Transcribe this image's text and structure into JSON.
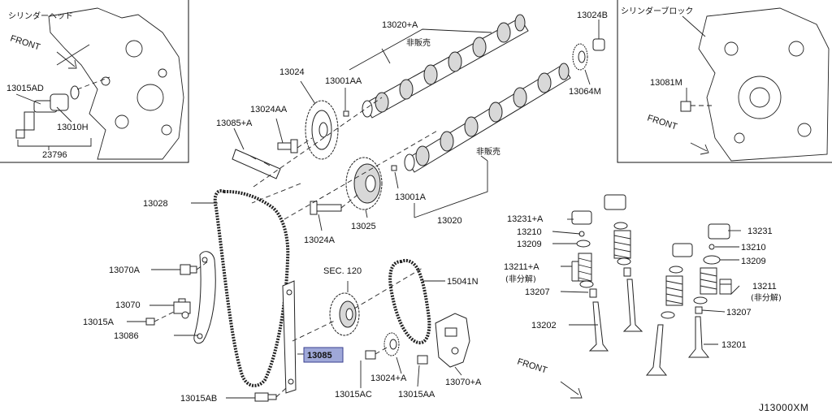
{
  "diagram": {
    "reference_code": "J13000XM",
    "highlighted_part": "13085",
    "highlight_color": "#9fa8d8",
    "labels": {
      "cyl_head_jp": "シリンダーヘッド",
      "front_top_left": "FRONT",
      "p13015AD": "13015AD",
      "p13010H": "13010H",
      "p23796": "23796",
      "p13020A": "13020+A",
      "not_sold_1": "非販売",
      "p13024": "13024",
      "p13001AA": "13001AA",
      "p13024AA": "13024AA",
      "p13085A": "13085+A",
      "p13024B": "13024B",
      "p13064M": "13064M",
      "cyl_block_jp": "シリンダーブロック",
      "p13081M": "13081M",
      "front_top_right": "FRONT",
      "not_sold_2": "非販売",
      "p13001A": "13001A",
      "p13028": "13028",
      "p13025": "13025",
      "p13020": "13020",
      "p13024A": "13024A",
      "p13231A": "13231+A",
      "p13210_l": "13210",
      "p13209_l": "13209",
      "p13231": "13231",
      "p13210_r": "13210",
      "p13209_r": "13209",
      "p13070A": "13070A",
      "sec120": "SEC. 120",
      "p15041N": "15041N",
      "p13211A": "13211+A",
      "non_disassembly_1": "(非分解)",
      "p13211": "13211",
      "non_disassembly_2": "(非分解)",
      "p13207_l": "13207",
      "p13207_r": "13207",
      "p13070": "13070",
      "p13015A": "13015A",
      "p13086": "13086",
      "p13085": "13085",
      "p13202": "13202",
      "p13201": "13201",
      "p13024A2": "13024+A",
      "p13070A2": "13070+A",
      "p13015AC": "13015AC",
      "p13015AA": "13015AA",
      "front_bottom": "FRONT",
      "p13015AB": "13015AB"
    }
  }
}
